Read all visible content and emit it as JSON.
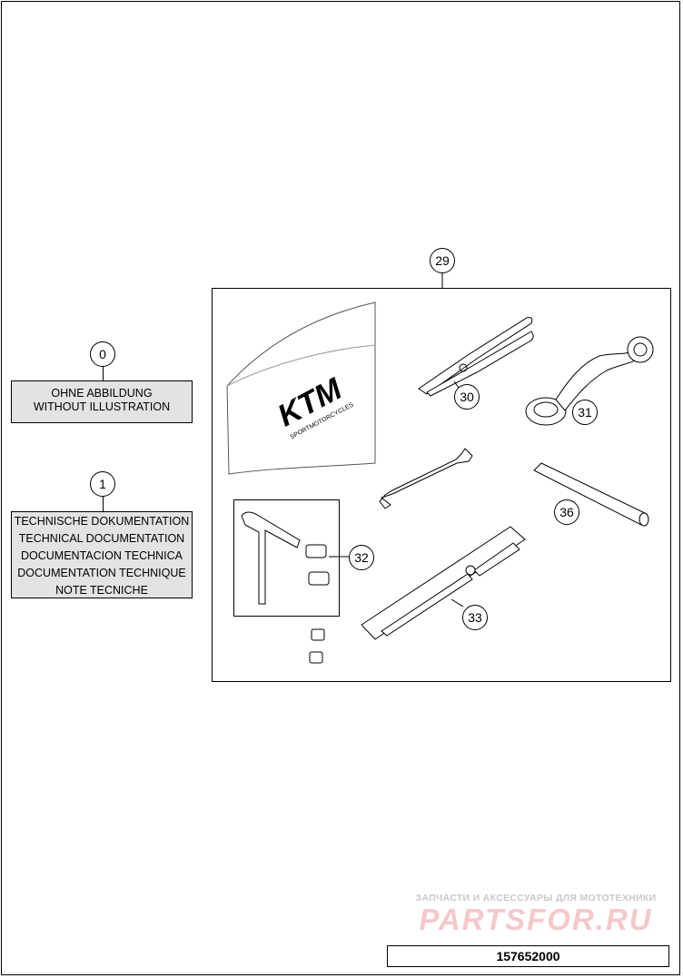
{
  "callouts": {
    "c0": "0",
    "c1": "1",
    "c29": "29",
    "c30": "30",
    "c31": "31",
    "c32": "32",
    "c33": "33",
    "c36": "36"
  },
  "box0": {
    "lines": [
      "OHNE ABBILDUNG",
      "WITHOUT ILLUSTRATION"
    ]
  },
  "box1": {
    "lines": [
      "TECHNISCHE DOKUMENTATION",
      "TECHNICAL DOCUMENTATION",
      "DOCUMENTACION TECHNICA",
      "DOCUMENTATION TECHNIQUE",
      "NOTE TECNICHE"
    ]
  },
  "logo": {
    "brand": "KTM",
    "tagline": "SPORTMOTORCYCLES"
  },
  "watermark": {
    "line1": "ЗАПЧАСТИ И АКСЕССУАРЫ ДЛЯ МОТОТЕХНИКИ",
    "line2": "PARTSFOR.RU"
  },
  "part_number": "157652000",
  "colors": {
    "label_fill": "#e3e3e3",
    "line": "#000000",
    "watermark_red": "#f5c9c9"
  }
}
